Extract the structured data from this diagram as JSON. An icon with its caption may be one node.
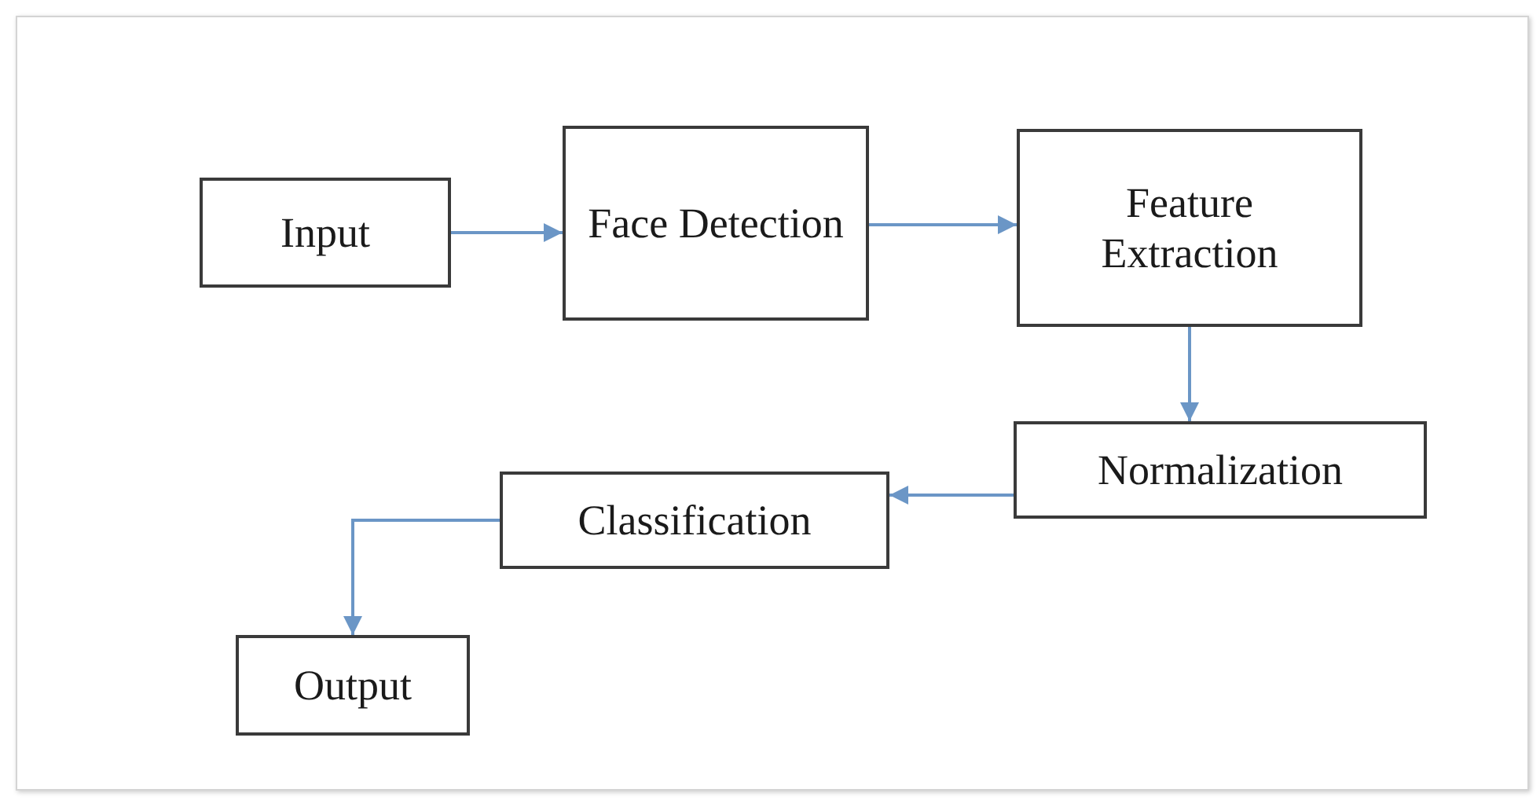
{
  "diagram": {
    "nodes": [
      {
        "text": [
          "Input"
        ]
      },
      {
        "text": [
          "Face Detection"
        ]
      },
      {
        "text": [
          "Feature Extraction"
        ]
      },
      {
        "text": [
          "Normalization"
        ]
      },
      {
        "text": [
          "Classification"
        ]
      },
      {
        "text": [
          "Output"
        ]
      }
    ],
    "edges": [
      {
        "from": 0,
        "to": 1,
        "arrow": "to"
      },
      {
        "from": 1,
        "to": 2,
        "arrow": "to"
      },
      {
        "from": 2,
        "to": 3,
        "arrow": "to"
      },
      {
        "from": 3,
        "to": 4,
        "arrow": "to"
      },
      {
        "from": 4,
        "to": 5,
        "arrow": "to"
      }
    ]
  }
}
